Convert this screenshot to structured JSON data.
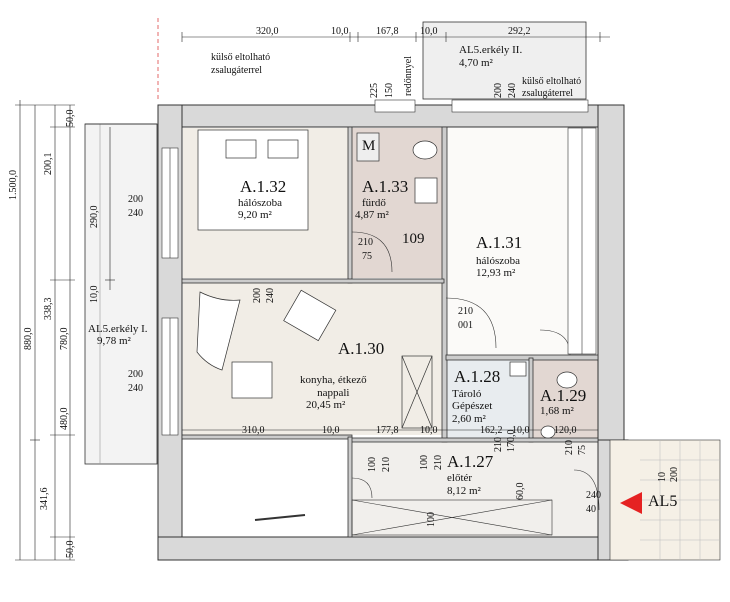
{
  "rooms": [
    {
      "id": "A.1.32",
      "name": "hálószoba",
      "area": "9,20 m²"
    },
    {
      "id": "A.1.33",
      "name": "fürdő",
      "area": "4,87 m²"
    },
    {
      "id": "A.1.31",
      "name": "hálószoba",
      "area": "12,93 m²"
    },
    {
      "id": "A.1.30",
      "name": "konyha, étkező\nnappali",
      "area": "20,45 m²"
    },
    {
      "id": "A.1.28",
      "name": "Tároló\nGépészet",
      "area": "2,60 m²"
    },
    {
      "id": "A.1.29",
      "name": "",
      "area": "1,68 m²"
    },
    {
      "id": "A.1.27",
      "name": "előtér",
      "area": "8,12 m²"
    }
  ],
  "balconies": [
    {
      "label": "AL5.erkély I.",
      "area": "9,78 m²"
    },
    {
      "label": "AL5.erkély II.",
      "area": "4,70 m²"
    }
  ],
  "notes": {
    "shutter_1_line1": "külső eltolható",
    "shutter_1_line2": "zsalugáterrel",
    "shutter_2_line1": "külső eltolható",
    "shutter_2_line2": "zsalugáterrel",
    "elevator": "M",
    "room109": "109",
    "redonnyel": "redőnnyel",
    "access_tag": "AL5"
  },
  "dims_top": [
    "320,0",
    "10,0",
    "167,8",
    "10,0",
    "292,2"
  ],
  "dims_left_outer": [
    "1.500,0",
    "880,0",
    "341,6"
  ],
  "dims_left_mid": [
    "50,0",
    "200,1",
    "338,3",
    "780,0",
    "480,0",
    "50,0"
  ],
  "dims_left_inner": [
    "290,0",
    "10,0"
  ],
  "dims_interior": [
    "310,0",
    "10,0",
    "177,8",
    "10,0",
    "162,2",
    "10,0",
    "120,0"
  ],
  "openings": [
    "200",
    "240",
    "200",
    "240",
    "200",
    "240",
    "225",
    "150",
    "200",
    "240",
    "210",
    "75",
    "210",
    "001",
    "210",
    "75",
    "210",
    "100",
    "210",
    "100",
    "210",
    "170,0",
    "60,0",
    "100",
    "240",
    "40",
    "10",
    "200"
  ]
}
